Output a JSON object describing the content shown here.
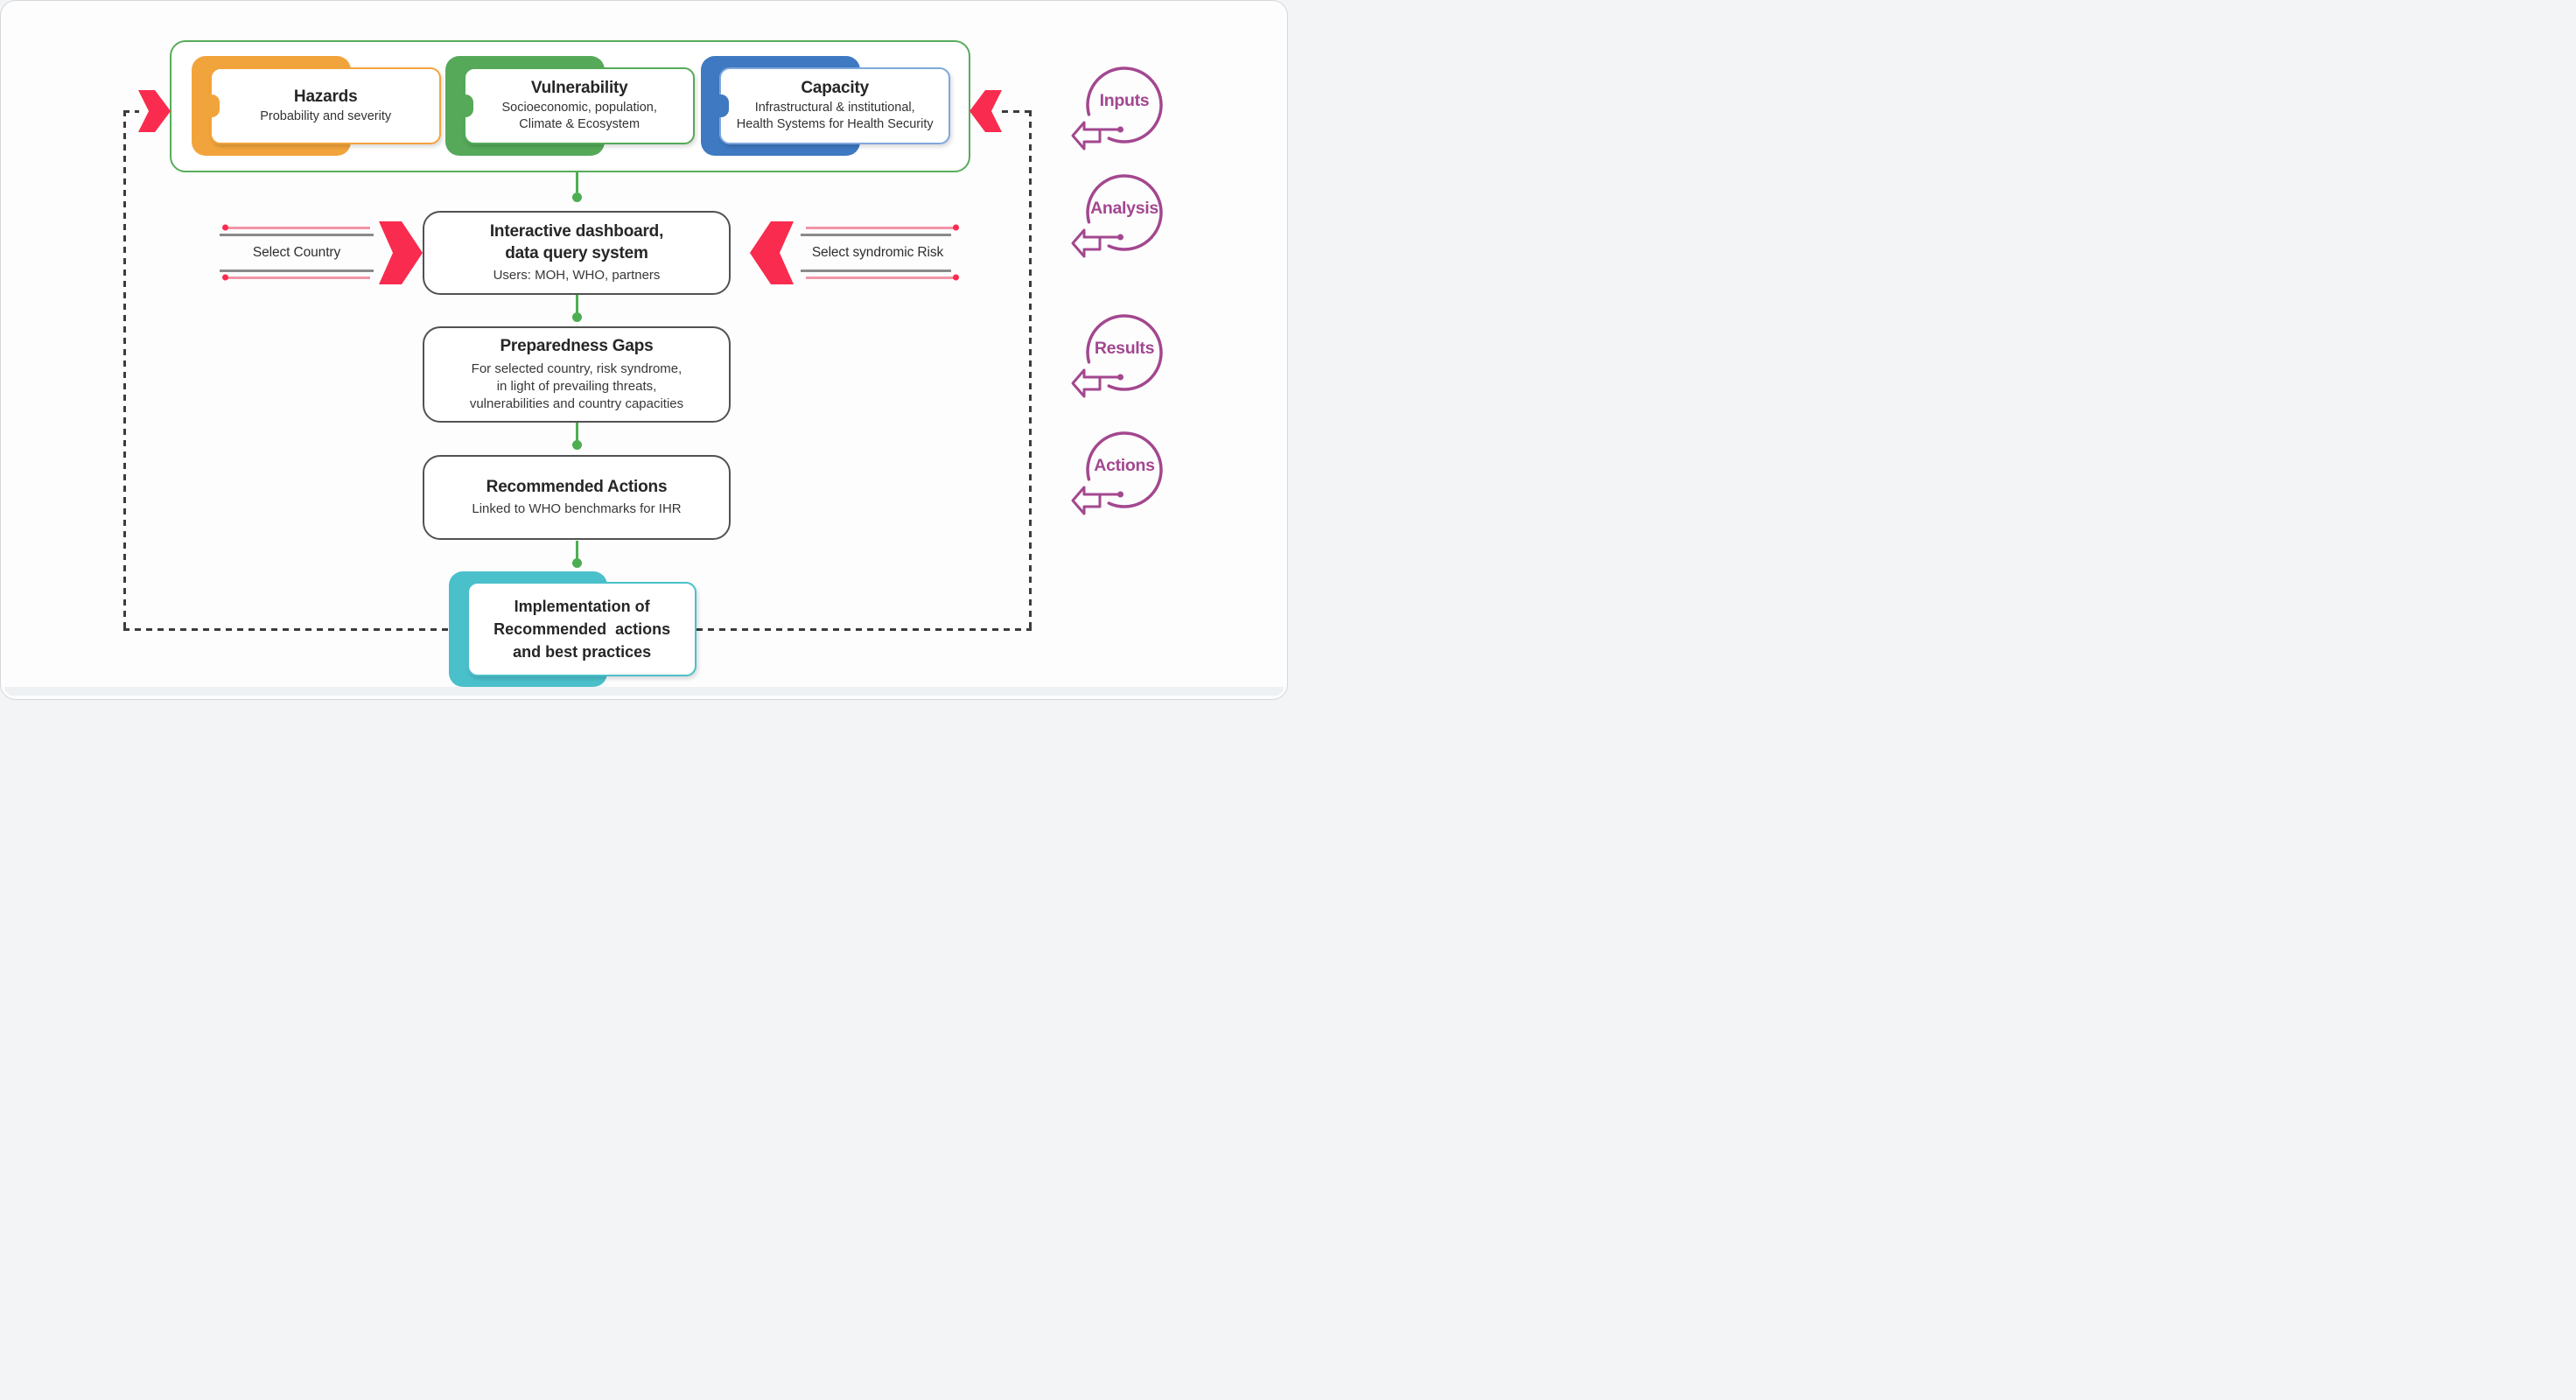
{
  "colors": {
    "orange": "#f2a43c",
    "green": "#56a959",
    "container_green": "#58ac5b",
    "blue": "#3e79c2",
    "teal": "#4ac0cb",
    "red_arrow": "#f92b4f",
    "pink_line": "#f295a7",
    "gray_line": "#8a8a8a",
    "purple": "#a3478f",
    "connector_green": "#4dae51",
    "box_border": "#525252"
  },
  "input_cards": {
    "cards": [
      {
        "id": "hazards",
        "title": "Hazards",
        "lines": [
          "Probability and severity"
        ]
      },
      {
        "id": "vulnerability",
        "title": "Vulnerability",
        "lines": [
          "Socioeconomic, population,",
          "Climate & Ecosystem"
        ]
      },
      {
        "id": "capacity",
        "title": "Capacity",
        "lines": [
          "Infrastructural & institutional,",
          "Health Systems for Health Security"
        ]
      }
    ]
  },
  "selectors": {
    "left": "Select Country",
    "right": "Select syndromic Risk"
  },
  "flow_boxes": {
    "dashboard": {
      "title_lines": [
        "Interactive dashboard,",
        "data query system"
      ],
      "subtitle": "Users: MOH, WHO, partners"
    },
    "gaps": {
      "title": "Preparedness Gaps",
      "lines": [
        "For selected country, risk syndrome,",
        "in light of prevailing threats,",
        "vulnerabilities and country capacities"
      ]
    },
    "recommended": {
      "title": "Recommended Actions",
      "subtitle": "Linked to WHO benchmarks for IHR"
    },
    "implementation": {
      "lines": [
        "Implementation of",
        "Recommended  actions",
        "and best practices"
      ]
    }
  },
  "stage_labels": [
    {
      "label": "Inputs"
    },
    {
      "label": "Analysis"
    },
    {
      "label": "Results"
    },
    {
      "label": "Actions"
    }
  ]
}
